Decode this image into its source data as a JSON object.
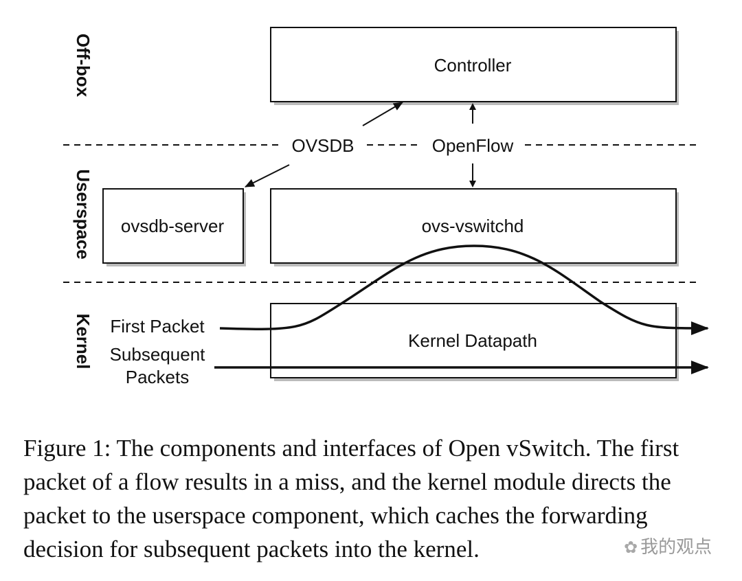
{
  "diagram": {
    "layers": {
      "offbox": "Off-box",
      "userspace": "Userspace",
      "kernel": "Kernel"
    },
    "boxes": {
      "controller": "Controller",
      "ovsdb_server": "ovsdb-server",
      "ovs_vswitchd": "ovs-vswitchd",
      "kernel_datapath": "Kernel Datapath"
    },
    "interfaces": {
      "ovsdb": "OVSDB",
      "openflow": "OpenFlow"
    },
    "flows": {
      "first_packet": "First Packet",
      "subsequent_line1": "Subsequent",
      "subsequent_line2": "Packets"
    }
  },
  "caption": "Figure 1: The components and interfaces of Open vSwitch. The first packet of a flow results in a miss, and the kernel module directs the packet to the userspace component, which caches the forwarding decision for subsequent packets into the kernel.",
  "watermark": {
    "icon": "wechat-icon",
    "text": "我的观点"
  }
}
